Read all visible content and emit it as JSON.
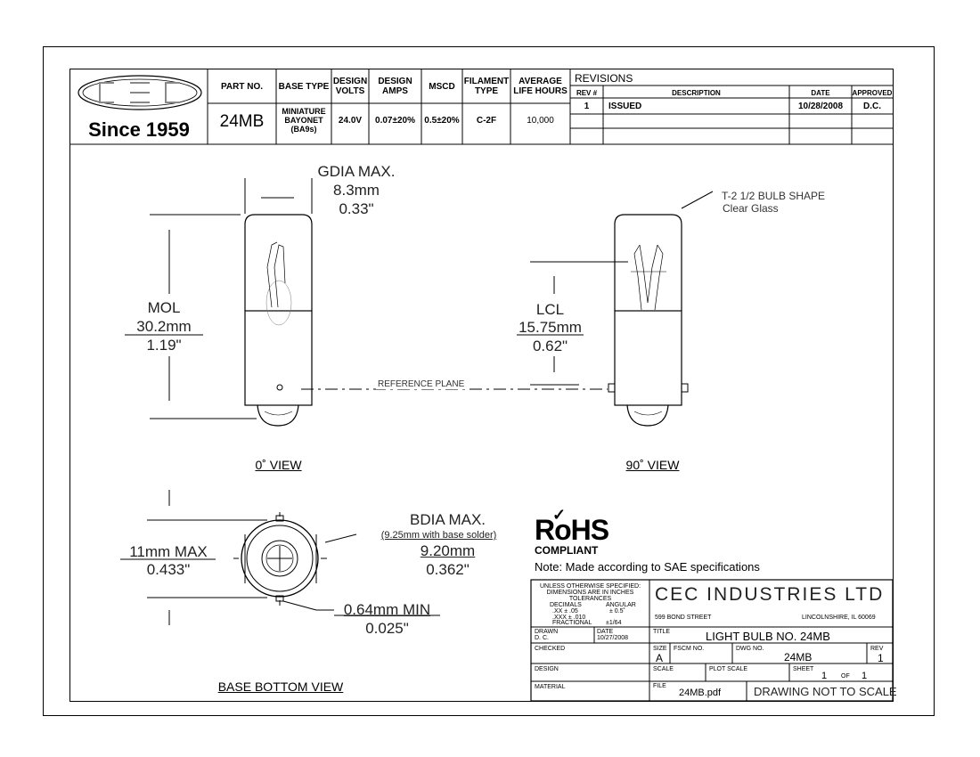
{
  "company": {
    "since": "Since 1959"
  },
  "spec_table": {
    "headers": [
      "PART NO.",
      "BASE TYPE",
      "DESIGN VOLTS",
      "DESIGN AMPS",
      "MSCD",
      "FILAMENT TYPE",
      "AVERAGE LIFE HOURS"
    ],
    "part_no": "24MB",
    "base_type": [
      "MINIATURE",
      "BAYONET",
      "(BA9s)"
    ],
    "design_volts": "24.0V",
    "design_amps": "0.07±20%",
    "mscd": "0.5±20%",
    "filament_type": "C-2F",
    "life_hours": "10,000"
  },
  "revisions": {
    "title": "REVISIONS",
    "headers": {
      "rev": "REV #",
      "description": "DESCRIPTION",
      "date": "DATE",
      "approved": "APPROVED"
    },
    "rows": [
      {
        "rev": "1",
        "description": "ISSUED",
        "date": "10/28/2008",
        "approved": "D.C."
      }
    ]
  },
  "views": {
    "front": {
      "title": "0˚ VIEW",
      "gdia": [
        "GDIA MAX.",
        "8.3mm",
        "0.33\""
      ],
      "mol": [
        "MOL",
        "30.2mm",
        "1.19\""
      ]
    },
    "side": {
      "title": "90˚ VIEW",
      "bulb_shape": [
        "T-2 1/2 BULB SHAPE",
        "Clear Glass"
      ],
      "lcl": [
        "LCL",
        "15.75mm",
        "0.62\""
      ],
      "reference_plane": "REFERENCE PLANE"
    },
    "bottom": {
      "title": "BASE BOTTOM VIEW",
      "width": [
        "11mm MAX",
        "0.433\""
      ],
      "bdia": [
        "BDIA MAX.",
        "(9.25mm with base solder)",
        "9.20mm",
        "0.362\""
      ],
      "min": [
        "0.64mm MIN",
        "0.025\""
      ]
    }
  },
  "rohs": {
    "mark": "RoHS",
    "sub": "COMPLIANT",
    "note": "Note: Made according to SAE specifications"
  },
  "title_block": {
    "tolerances": [
      "UNLESS OTHERWISE SPECIFIED:",
      "DIMENSIONS ARE IN INCHES",
      "TOLERANCES",
      "DECIMALS",
      "ANGULAR",
      ".XX ± .05",
      "± 0.5˚",
      ".XXX ± .010",
      "FRACTIONAL",
      "±1/64"
    ],
    "company_name": "CEC INDUSTRIES LTD",
    "street": "599 BOND STREET",
    "city": "LINCOLNSHIRE, IL 60069",
    "drawn_label": "DRAWN",
    "drawn": "D. C.",
    "date_label": "DATE",
    "date": "10/27/2008",
    "checked_label": "CHECKED",
    "design_label": "DESIGN",
    "material_label": "MATERIAL",
    "title_label": "TITLE",
    "title": "LIGHT BULB NO. 24MB",
    "size_label": "SIZE",
    "size": "A",
    "fscm_label": "FSCM NO.",
    "dwg_label": "DWG NO.",
    "dwg": "24MB",
    "rev_label": "REV",
    "rev": "1",
    "scale_label": "SCALE",
    "plot_scale_label": "PLOT SCALE",
    "sheet_label": "SHEET",
    "sheet": "1",
    "of": "OF",
    "sheet_total": "1",
    "file_label": "FILE",
    "file": "24MB.pdf",
    "not_to_scale": "DRAWING NOT TO SCALE"
  }
}
